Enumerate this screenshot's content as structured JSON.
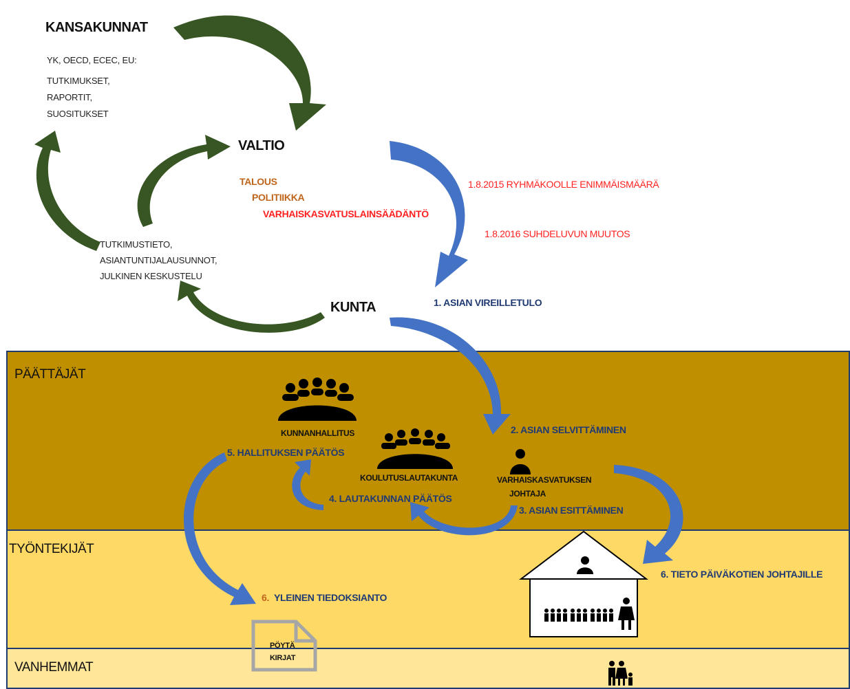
{
  "nodes": {
    "kansakunnat": "KANSAKUNNAT",
    "kansakunnat_orgs": "YK, OECD, ECEC, EU:",
    "kansakunnat_items": [
      "TUTKIMUKSET,",
      "RAPORTIT,",
      "SUOSITUKSET"
    ],
    "valtio": "VALTIO",
    "talous": "TALOUS",
    "politiikka": "POLITIIKKA",
    "lainsaadanto": "VARHAISKASVATUSLAINSÄÄDÄNTÖ",
    "research_items": [
      "TUTKIMUSTIETO,",
      "ASIANTUNTIJALAUSUNNOT,",
      "JULKINEN KESKUSTELU"
    ],
    "kunta": "KUNTA"
  },
  "changes": {
    "change1": "1.8.2015 RYHMÄKOOLLE ENIMMÄISMÄÄRÄ",
    "change2": "1.8.2016 SUHDELUVUN MUUTOS"
  },
  "steps": {
    "step1": "1. ASIAN VIREILLETULO",
    "step2": "2. ASIAN SELVITTÄMINEN",
    "step3": "3. ASIAN ESITTÄMINEN",
    "step4": "4. LAUTAKUNNAN PÄÄTÖS",
    "step5": "5. HALLITUKSEN PÄÄTÖS",
    "step6a_num": "6.",
    "step6a": "YLEINEN TIEDOKSIANTO",
    "step6b": "6. TIETO PÄIVÄKOTIEN JOHTAJILLE"
  },
  "actors": {
    "kunnanhallitus": "KUNNANHALLITUS",
    "koulutuslautakunta": "KOULUTUSLAUTAKUNTA",
    "johtaja_line1": "VARHAISKASVATUKSEN",
    "johtaja_line2": "JOHTAJA",
    "poyta_line1": "PÖYTÄ",
    "poyta_line2": "KIRJAT"
  },
  "bands": {
    "paattajat": "PÄÄTTÄJÄT",
    "tyontekijat": "TYÖNTEKIJÄT",
    "vanhemmat": "VANHEMMAT"
  },
  "colors": {
    "paattajat_band": "#bf8f00",
    "tyontekijat_band": "#ffd966",
    "vanhemmat_band": "#ffe699",
    "green_arrow": "#375623",
    "blue_arrow": "#4472c4"
  }
}
